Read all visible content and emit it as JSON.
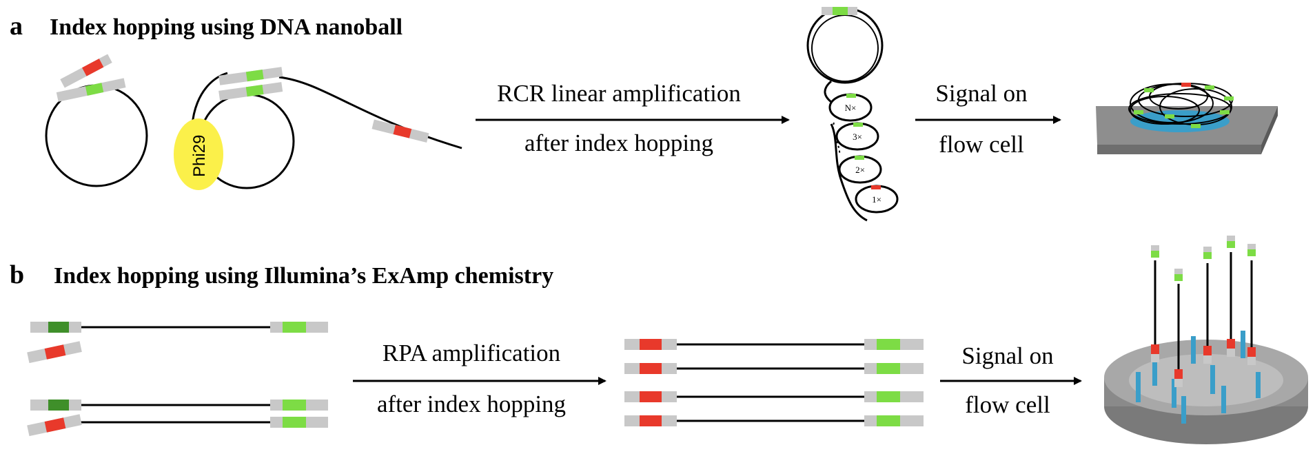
{
  "panel_a": {
    "letter": "a",
    "title": "Index hopping using DNA nanoball",
    "enzyme_label": "Phi29",
    "step1_line1": "RCR linear amplification",
    "step1_line2": "after index hopping",
    "step2_line1": "Signal on",
    "step2_line2": "flow cell",
    "loop_labels": [
      "N×",
      "3×",
      "2×",
      "1×"
    ]
  },
  "panel_b": {
    "letter": "b",
    "title": "Index hopping using Illumina’s ExAmp chemistry",
    "step1_line1": "RPA amplification",
    "step1_line2": "after index hopping",
    "step2_line1": "Signal on",
    "step2_line2": "flow cell"
  },
  "colors": {
    "index_red": "#e8392b",
    "index_green": "#7ddc45",
    "index_dark_green": "#3f8f2a",
    "adapter_gray": "#c8c8c8",
    "enzyme_yellow": "#fbf04a",
    "pad_blue": "#3a9ec9",
    "flowcell_gray": "#8e8e8e"
  }
}
